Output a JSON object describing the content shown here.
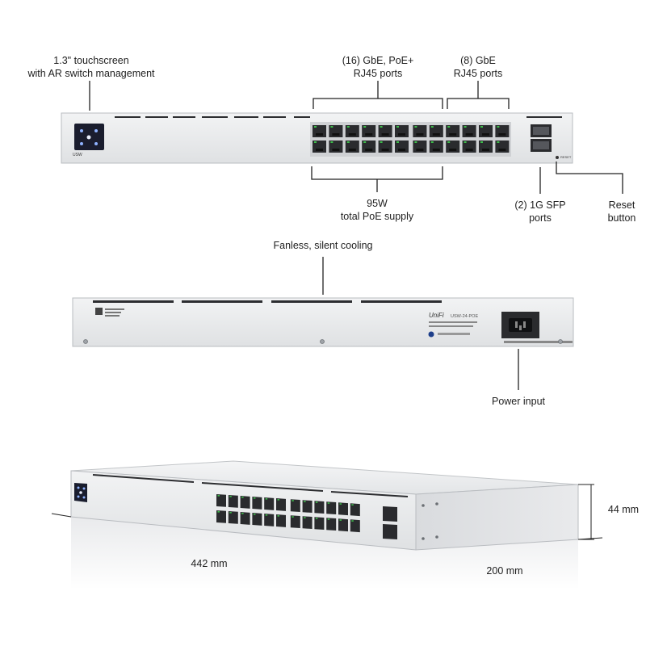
{
  "front_view": {
    "touchscreen_label": [
      "1.3\" touchscreen",
      "with AR switch management"
    ],
    "poe_ports_label": [
      "(16) GbE, PoE+",
      "RJ45 ports"
    ],
    "gbe_ports_label": [
      "(8) GbE",
      "RJ45 ports"
    ],
    "poe_supply_label": [
      "95W",
      "total PoE supply"
    ],
    "sfp_ports_label": [
      "(2) 1G SFP",
      "ports"
    ],
    "reset_button_label": [
      "Reset",
      "button"
    ],
    "device_badge": "USW",
    "reset_small_text": "RESET"
  },
  "rear_view": {
    "cooling_label": "Fanless, silent cooling",
    "power_input_label": "Power input",
    "brand_text": "UniFi",
    "model_text": "USW-24-POE"
  },
  "dimensions": {
    "width": "442 mm",
    "depth": "200 mm",
    "height": "44 mm"
  },
  "colors": {
    "chassis": "#e6e7e9",
    "chassis_edge": "#b9bcc0",
    "port_dark": "#2a2b2e",
    "led_green": "#3dbb4a",
    "annotation_line": "#222222"
  }
}
